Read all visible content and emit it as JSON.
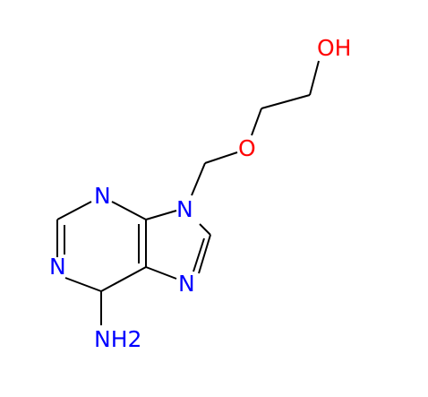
{
  "molecule": {
    "colors": {
      "bond": "#000000",
      "nitrogen": "#0000ff",
      "oxygen": "#ff0000",
      "background": "#ffffff"
    },
    "labels": {
      "hydroxyl": "OH",
      "ether_oxygen": "O",
      "n9": "N",
      "n7": "N",
      "n3": "N",
      "n1": "N",
      "amine": "NH2"
    }
  }
}
